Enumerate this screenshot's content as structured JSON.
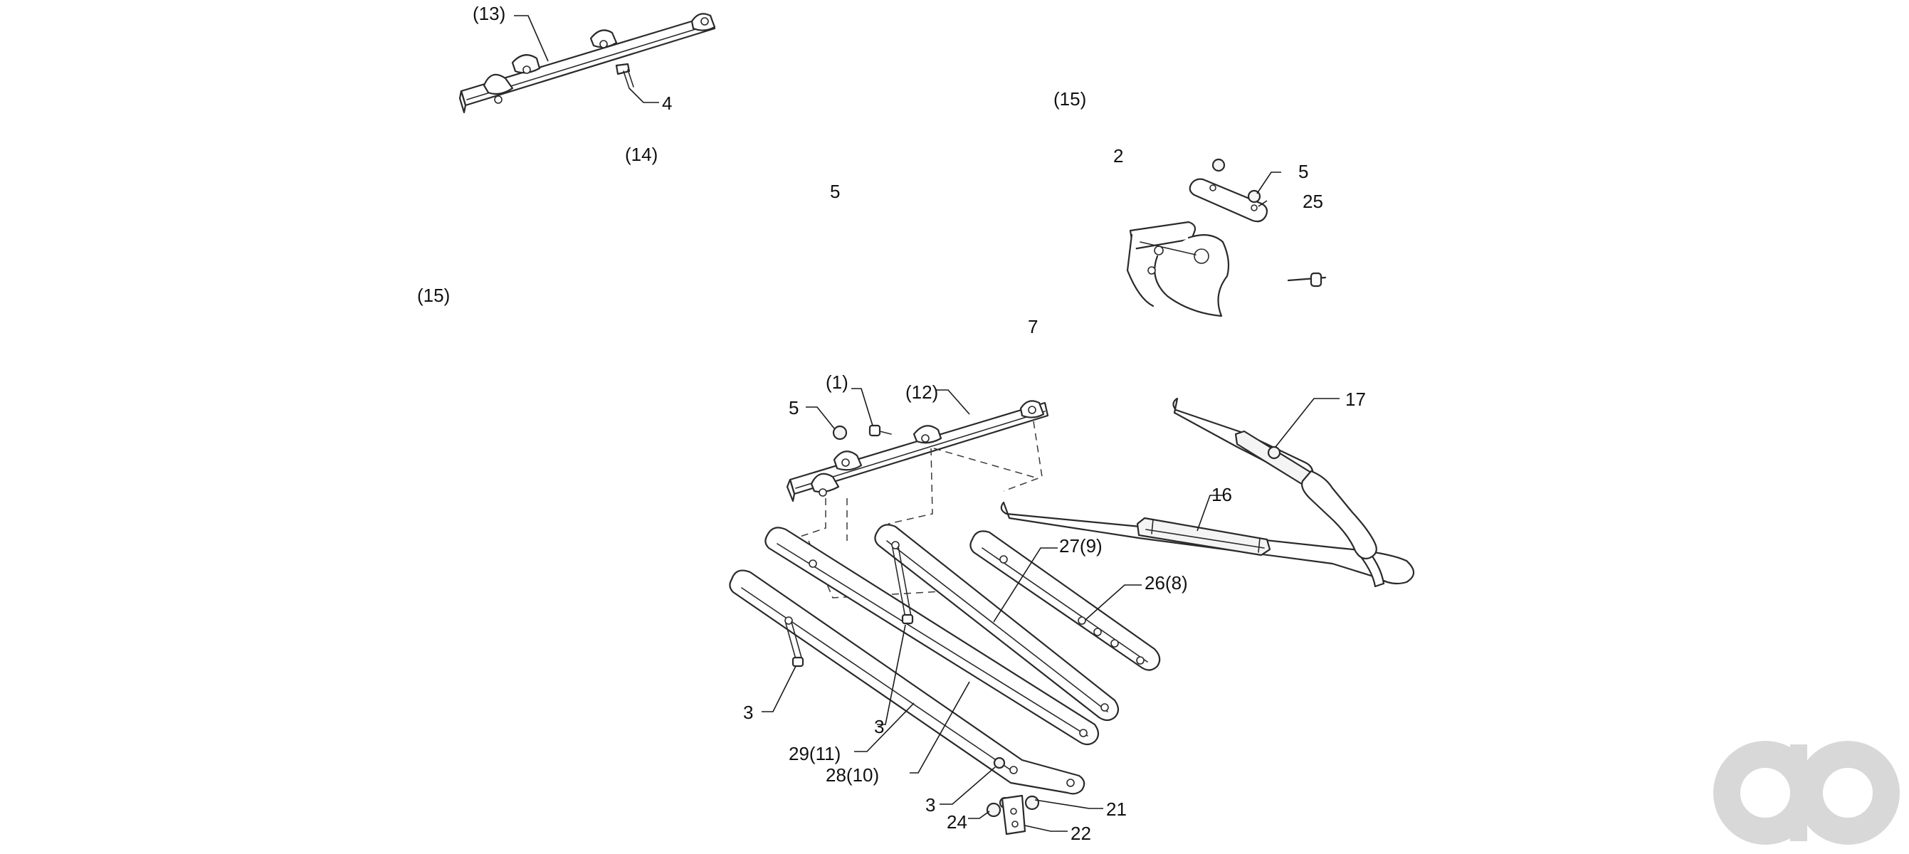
{
  "labels": {
    "l13": "(13)",
    "l4": "4",
    "l14": "(14)",
    "l15a": "(15)",
    "l5a": "5",
    "l15b": "(15)",
    "l2": "2",
    "l5b": "5",
    "l25": "25",
    "l7": "7",
    "l1": "(1)",
    "l12": "(12)",
    "l5c": "5",
    "l17": "17",
    "l16": "16",
    "l27": "27(9)",
    "l26": "26(8)",
    "l3a": "3",
    "l3b": "3",
    "l29": "29(11)",
    "l28": "28(10)",
    "l3c": "3",
    "l21": "21",
    "l24": "24",
    "l22": "22"
  },
  "colors": {
    "line": "#2a2a2a",
    "watermark": "#d8d8d8"
  },
  "icons": {
    "watermark": "ao-logo-icon"
  }
}
